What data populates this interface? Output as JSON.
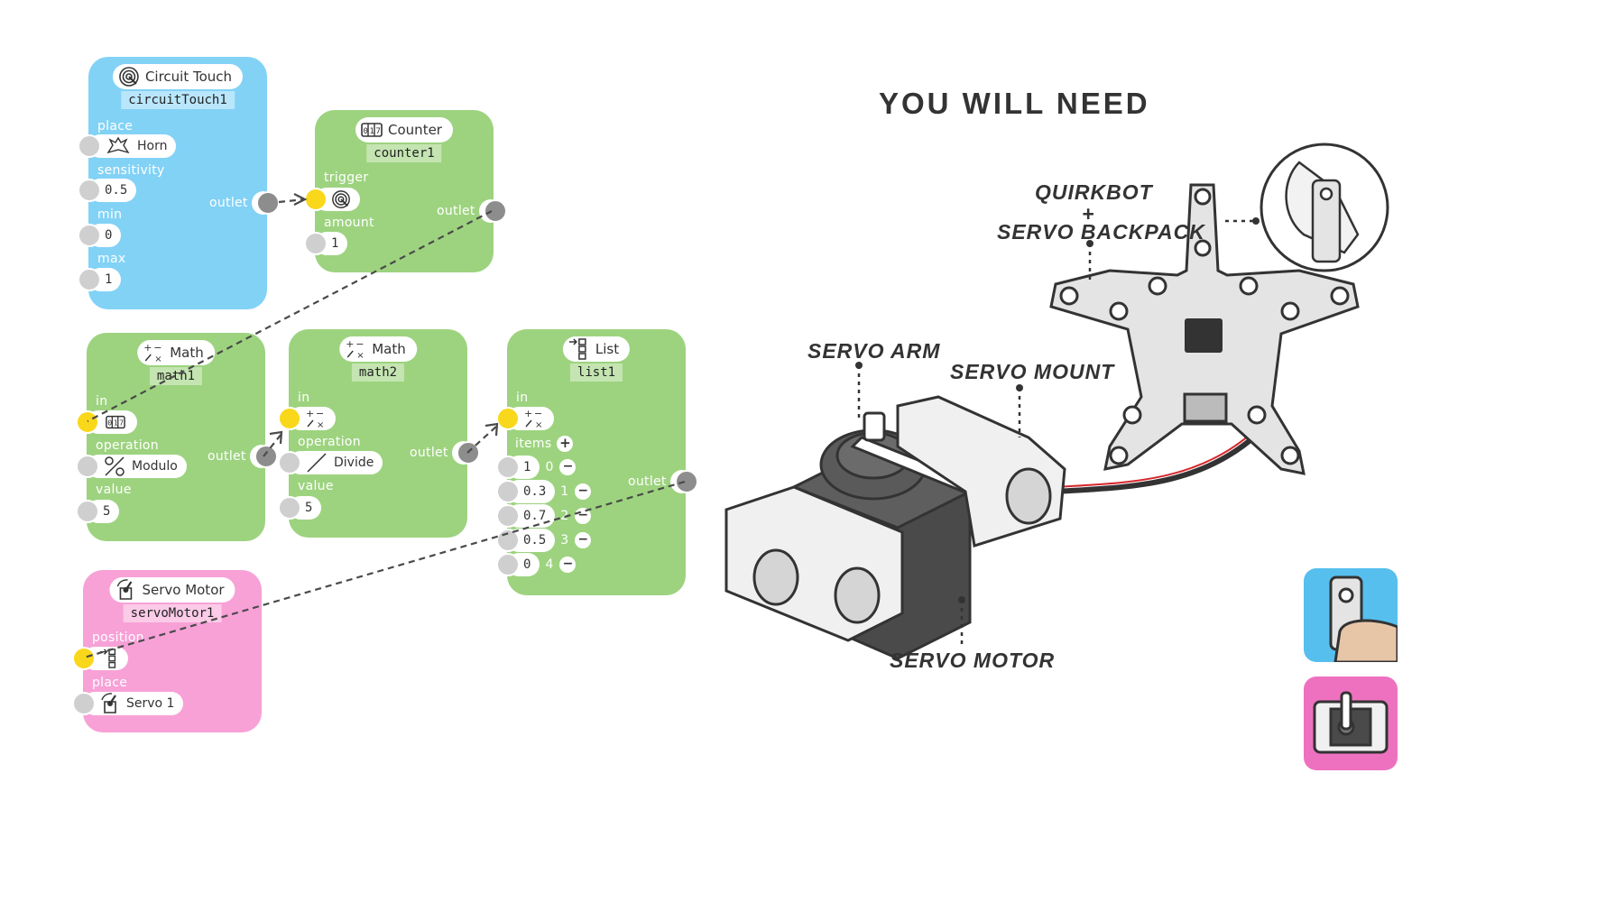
{
  "colors": {
    "blue_node": "#82d2f6",
    "green_node": "#9dd37f",
    "pink_node": "#f7a1d7",
    "inlet_yellow": "#f9d71b",
    "outlet_gray": "#8d8d8d"
  },
  "circuit_touch": {
    "title": "Circuit Touch",
    "icon": "circuit-touch-icon",
    "id": "circuitTouch1",
    "place_label": "place",
    "place_value": "Horn",
    "place_icon": "horn-icon",
    "sensitivity_label": "sensitivity",
    "sensitivity_value": "0.5",
    "min_label": "min",
    "min_value": "0",
    "max_label": "max",
    "max_value": "1",
    "outlet_label": "outlet"
  },
  "counter": {
    "title": "Counter",
    "icon": "counter-icon",
    "id": "counter1",
    "trigger_label": "trigger",
    "trigger_icon": "circuit-touch-icon",
    "amount_label": "amount",
    "amount_value": "1",
    "outlet_label": "outlet"
  },
  "math1": {
    "title": "Math",
    "icon": "math-icon",
    "id": "math1",
    "in_label": "in",
    "in_icon": "counter-icon",
    "operation_label": "operation",
    "operation_value": "Modulo",
    "operation_icon": "modulo-icon",
    "value_label": "value",
    "value_value": "5",
    "outlet_label": "outlet"
  },
  "math2": {
    "title": "Math",
    "icon": "math-icon",
    "id": "math2",
    "in_label": "in",
    "in_icon": "math-icon",
    "operation_label": "operation",
    "operation_value": "Divide",
    "operation_icon": "divide-icon",
    "value_label": "value",
    "value_value": "5",
    "outlet_label": "outlet"
  },
  "list": {
    "title": "List",
    "icon": "list-icon",
    "id": "list1",
    "in_label": "in",
    "in_icon": "math-icon",
    "items_label": "items",
    "items": [
      {
        "value": "1",
        "index": "0"
      },
      {
        "value": "0.3",
        "index": "1"
      },
      {
        "value": "0.7",
        "index": "2"
      },
      {
        "value": "0.5",
        "index": "3"
      },
      {
        "value": "0",
        "index": "4"
      }
    ],
    "outlet_label": "outlet"
  },
  "servo": {
    "title": "Servo Motor",
    "icon": "servo-motor-icon",
    "id": "servoMotor1",
    "position_label": "position",
    "position_icon": "list-icon",
    "place_label": "place",
    "place_value": "Servo 1",
    "place_icon": "servo-place-icon"
  },
  "need": {
    "title": "YOU WILL NEED",
    "quirkbot": "QUIRKBOT",
    "plus": "+",
    "backpack": "SERVO BACKPACK",
    "arm": "SERVO ARM",
    "mount": "SERVO MOUNT",
    "motor": "SERVO MOTOR"
  },
  "thumbnails": [
    "hand-pressing-icon",
    "servo-mount-icon"
  ]
}
